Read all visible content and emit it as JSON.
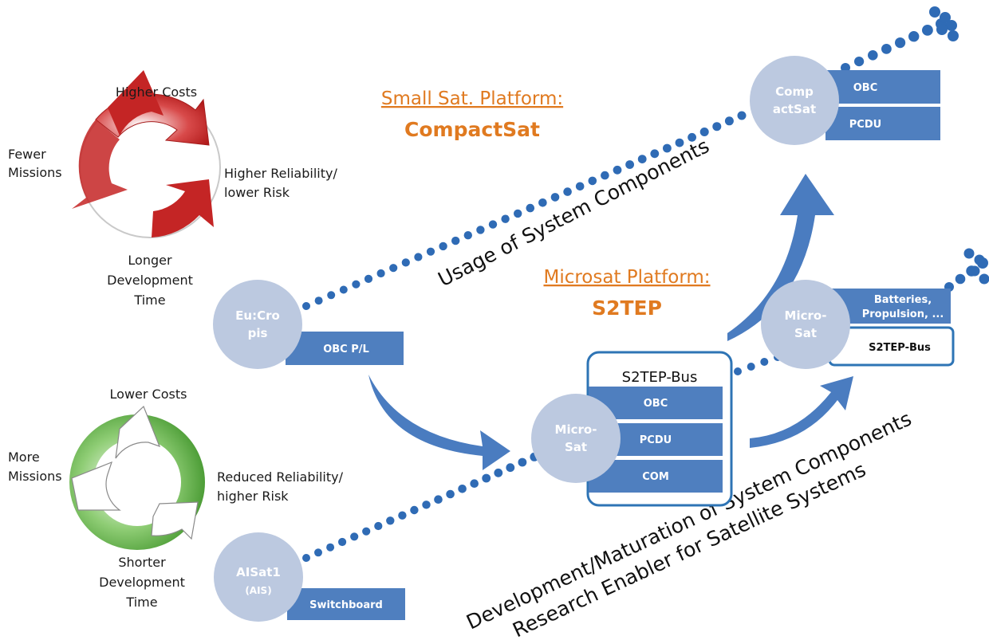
{
  "cycles": {
    "red": {
      "top": "Higher Costs",
      "left_l1": "Fewer",
      "left_l2": "Missions",
      "right_l1": "Higher Reliability/",
      "right_l2": "lower Risk",
      "bottom_l1": "Longer",
      "bottom_l2": "Development",
      "bottom_l3": "Time"
    },
    "green": {
      "top": "Lower Costs",
      "left_l1": "More",
      "left_l2": "Missions",
      "right_l1": "Reduced Reliability/",
      "right_l2": "higher Risk",
      "bottom_l1": "Shorter",
      "bottom_l2": "Development",
      "bottom_l3": "Time"
    }
  },
  "titles": {
    "small_sat_line1": "Small Sat. Platform:",
    "small_sat_line2": "CompactSat",
    "microsat_line1": "Microsat Platform:",
    "microsat_line2": "S2TEP"
  },
  "diagonal_labels": {
    "usage": "Usage of System Components",
    "development": "Development/Maturation  of System Components",
    "research": "Research Enabler for Satellite Systems"
  },
  "satellites": {
    "eucropis": {
      "l1": "Eu:Cro",
      "l2": "pis",
      "box": "OBC P/L"
    },
    "aisat": {
      "l1": "AISat1",
      "l2": "(AIS)",
      "box": "Switchboard"
    },
    "micro_center": {
      "l1": "Micro-",
      "l2": "Sat",
      "bus_title": "S2TEP-Bus",
      "boxes": [
        "OBC",
        "PCDU",
        "COM"
      ]
    },
    "compactsat": {
      "l1": "Comp",
      "l2": "actSat",
      "boxes": [
        "OBC",
        "PCDU"
      ]
    },
    "micro_right": {
      "l1": "Micro-",
      "l2": "Sat",
      "box1_l1": "Batteries,",
      "box1_l2": "Propulsion, ...",
      "box2": "S2TEP-Bus"
    }
  },
  "colors": {
    "circle": "#bcc9e0",
    "box": "#4f7fbf",
    "arrow": "#4a7cc0",
    "dots": "#2f6bb5",
    "orange": "#e07a20",
    "red": "#c42525",
    "green": "#5fae4a"
  }
}
